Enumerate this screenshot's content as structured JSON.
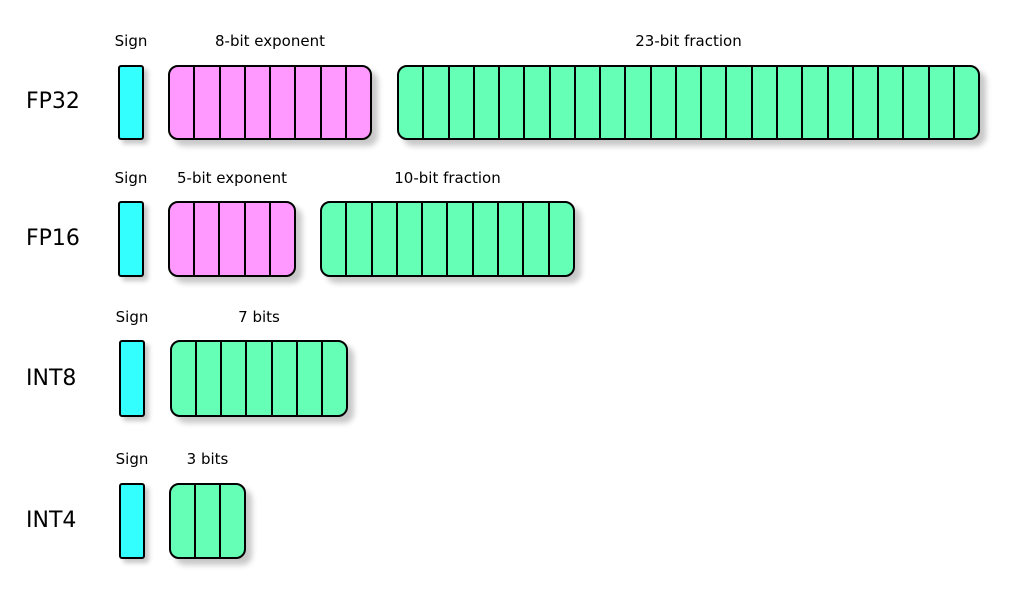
{
  "colors": {
    "sign": "#33ffff",
    "exponent": "#ff99ff",
    "fraction": "#66ffb6"
  },
  "formats": [
    {
      "name": "FP32",
      "fields": [
        {
          "kind": "sign",
          "caption": "Sign",
          "bits": 1
        },
        {
          "kind": "exponent",
          "caption": "8-bit exponent",
          "bits": 8
        },
        {
          "kind": "fraction",
          "caption": "23-bit fraction",
          "bits": 23
        }
      ]
    },
    {
      "name": "FP16",
      "fields": [
        {
          "kind": "sign",
          "caption": "Sign",
          "bits": 1
        },
        {
          "kind": "exponent",
          "caption": "5-bit exponent",
          "bits": 5
        },
        {
          "kind": "fraction",
          "caption": "10-bit fraction",
          "bits": 10
        }
      ]
    },
    {
      "name": "INT8",
      "fields": [
        {
          "kind": "sign",
          "caption": "Sign",
          "bits": 1
        },
        {
          "kind": "fraction",
          "caption": "7 bits",
          "bits": 7
        }
      ]
    },
    {
      "name": "INT4",
      "fields": [
        {
          "kind": "sign",
          "caption": "Sign",
          "bits": 1
        },
        {
          "kind": "fraction",
          "caption": "3 bits",
          "bits": 3
        }
      ]
    }
  ]
}
